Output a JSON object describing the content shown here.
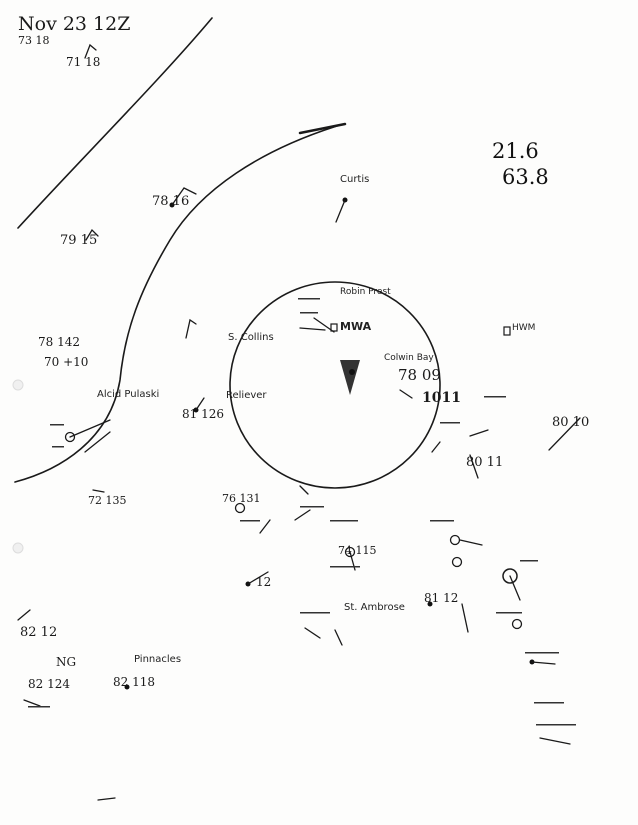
{
  "header": {
    "date_line": "Nov 23 12Z",
    "date_sub": "73 18",
    "date_sub2": "71 18"
  },
  "corner_values": {
    "upper": "21.6",
    "lower": "63.8"
  },
  "center": {
    "pressure": "1011",
    "label": "78 09",
    "station": "Colwin Bay",
    "mwa": "MWA",
    "robin": "Robin Prest"
  },
  "places": [
    "Curtis",
    "S. Collins",
    "Reliever",
    "Alcid Pulaski",
    "St. Ambrose",
    "Pinnacles",
    "NG",
    "HWM"
  ],
  "obs": [
    {
      "id": "obs-78-16",
      "text": "78 16"
    },
    {
      "id": "obs-79-15",
      "text": "79 15"
    },
    {
      "id": "obs-78-142",
      "text": "78 142"
    },
    {
      "id": "obs-70-10",
      "text": "70 +10"
    },
    {
      "id": "obs-80-10-east",
      "text": "80 10"
    },
    {
      "id": "obs-80-11",
      "text": "80 11"
    },
    {
      "id": "obs-81-126",
      "text": "81 126"
    },
    {
      "id": "obs-82-12",
      "text": "82 12"
    },
    {
      "id": "obs-82-118",
      "text": "82 118"
    },
    {
      "id": "obs-82-124",
      "text": "82 124"
    },
    {
      "id": "obs-74-115",
      "text": "74 115"
    },
    {
      "id": "obs-76-131",
      "text": "76 131"
    },
    {
      "id": "obs-72-135",
      "text": "72 135"
    },
    {
      "id": "obs-81-12",
      "text": "81 12"
    },
    {
      "id": "obs-12",
      "text": "12"
    }
  ],
  "colors": {
    "ink": "#1a1a1a",
    "paper": "#fdfdfc"
  }
}
